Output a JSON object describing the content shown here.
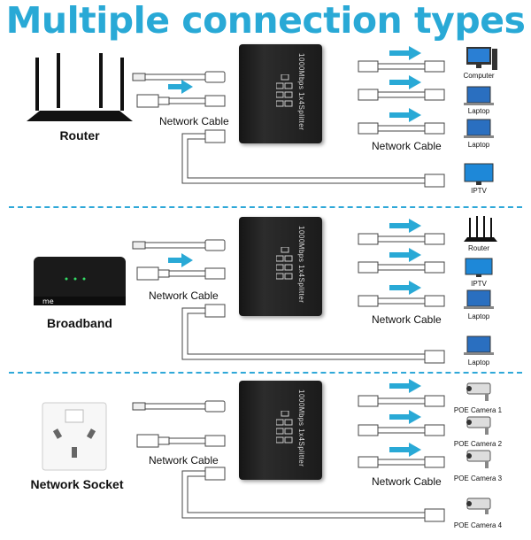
{
  "title": "Multiple connection types",
  "accent_color": "#29a9d6",
  "panels": [
    {
      "source_label": "Router",
      "source_icon": "router-icon",
      "network_cable_left": "Network Cable",
      "network_cable_right": "Network Cable",
      "splitter_text": "1000Mbps 1x4Splitter",
      "devices": [
        "Computer",
        "Laptop",
        "Laptop",
        "IPTV"
      ]
    },
    {
      "source_label": "Broadband",
      "source_icon": "broadband-modem-icon",
      "network_cable_left": "Network Cable",
      "network_cable_right": "Network Cable",
      "splitter_text": "1000Mbps 1x4Splitter",
      "devices": [
        "Router",
        "IPTV",
        "Laptop",
        "Laptop"
      ]
    },
    {
      "source_label": "Network Socket",
      "source_icon": "wall-socket-icon",
      "network_cable_left": "Network Cable",
      "network_cable_right": "Network Cable",
      "splitter_text": "1000Mbps 1x4Splitter",
      "devices": [
        "POE Camera 1",
        "POE Camera 2",
        "POE Camera 3",
        "POE Camera 4"
      ]
    }
  ]
}
